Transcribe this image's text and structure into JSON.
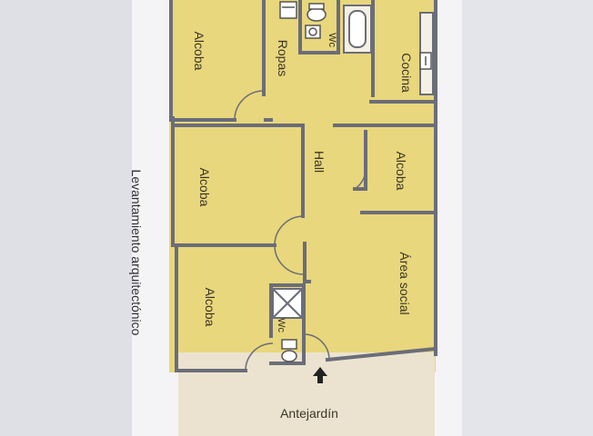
{
  "caption": "Levantamiento arquitectónico",
  "rooms": {
    "alcoba_top": "Alcoba",
    "ropas": "Ropas",
    "wc_top": "Wc",
    "cocina": "Cocina",
    "hall": "Hall",
    "alcoba_center": "Alcoba",
    "alcoba_right": "Alcoba",
    "area_social": "Área social",
    "alcoba_bottom": "Alcoba",
    "wc_bottom": "Wc",
    "antejardin": "Antejardín"
  },
  "colors": {
    "room_fill": "#e8d77c",
    "garden_fill": "#ebe3cf",
    "wall": "#6b6d78",
    "page": "#f3f3f6"
  },
  "icons": [
    "entrance-arrow-icon",
    "toilet-icon",
    "sink-icon",
    "bathtub-icon",
    "shower-icon",
    "stove-icon"
  ]
}
